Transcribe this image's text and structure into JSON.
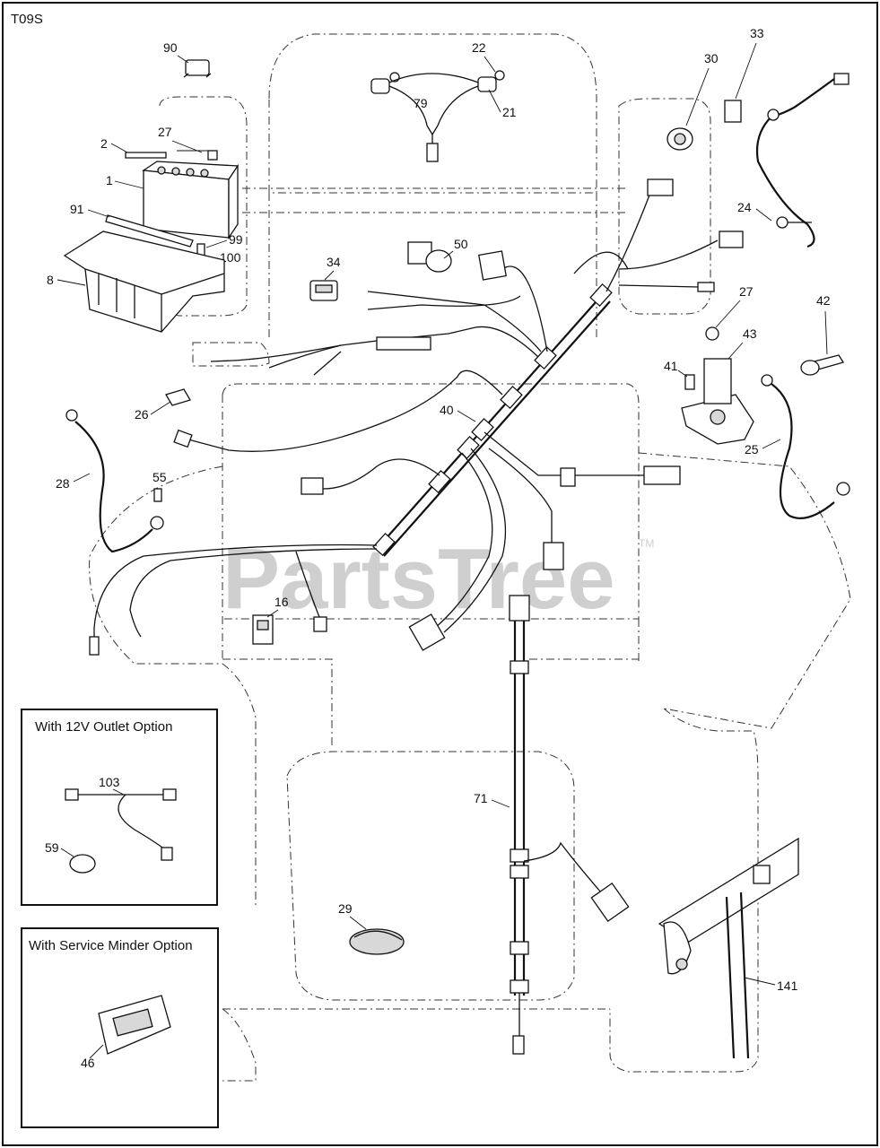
{
  "diagram_code": "T09S",
  "watermark": {
    "text": "PartsTree",
    "tm": "TM"
  },
  "insets": {
    "outlet_option": {
      "title": "With 12V Outlet Option"
    },
    "service_minder": {
      "title": "With Service Minder Option"
    }
  },
  "callouts": {
    "c90": "90",
    "c22": "22",
    "c79": "79",
    "c21": "21",
    "c30": "30",
    "c33": "33",
    "c2": "2",
    "c27a": "27",
    "c1": "1",
    "c91": "91",
    "c99": "99",
    "c100": "100",
    "c8": "8",
    "c34": "34",
    "c50": "50",
    "c24": "24",
    "c27b": "27",
    "c42": "42",
    "c43": "43",
    "c41": "41",
    "c26": "26",
    "c40": "40",
    "c25": "25",
    "c28": "28",
    "c55": "55",
    "c16": "16",
    "c103": "103",
    "c59": "59",
    "c71": "71",
    "c29": "29",
    "c141": "141",
    "c46": "46"
  }
}
